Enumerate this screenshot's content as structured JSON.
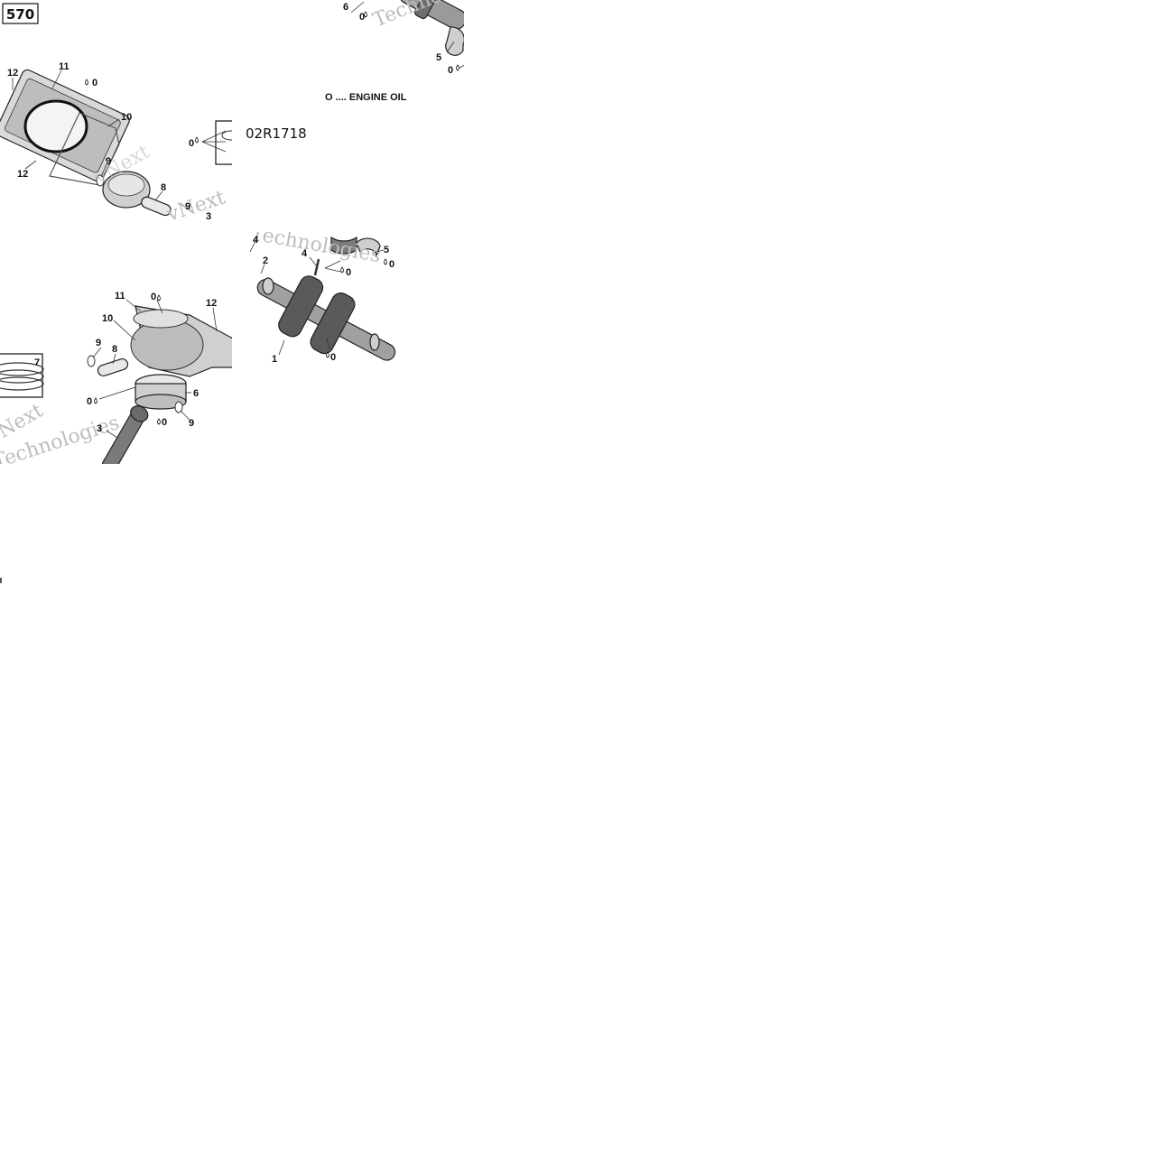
{
  "diagram_number": "570",
  "drawing_code": "02R1718",
  "legend": {
    "symbol": "O",
    "text": "O .... ENGINE OIL"
  },
  "watermark": {
    "line1": "vNext",
    "line2": "Technologies"
  },
  "tile_tl_labels": {
    "l12a": "12",
    "l11": "11",
    "l0a": "0",
    "l10": "10",
    "l12b": "12",
    "l9": "9",
    "l8": "8",
    "l0b": "0",
    "l9b": "9",
    "l3": "3"
  },
  "tile_tr_labels": {
    "l6": "6",
    "l0a": "0",
    "l5": "5",
    "l0b": "0"
  },
  "tile_bl_labels": {
    "l11": "11",
    "l0a": "0",
    "l12": "12",
    "l10": "10",
    "l9a": "9",
    "l8": "8",
    "l7": "7",
    "l0b": "0",
    "l6": "6",
    "l3": "3",
    "l0c": "0",
    "l9b": "9"
  },
  "tile_br_labels": {
    "l4a": "4",
    "l4b": "4",
    "l5": "5",
    "l0a": "0",
    "l2": "2",
    "l0b": "0",
    "l1": "1",
    "l0c": "0"
  }
}
